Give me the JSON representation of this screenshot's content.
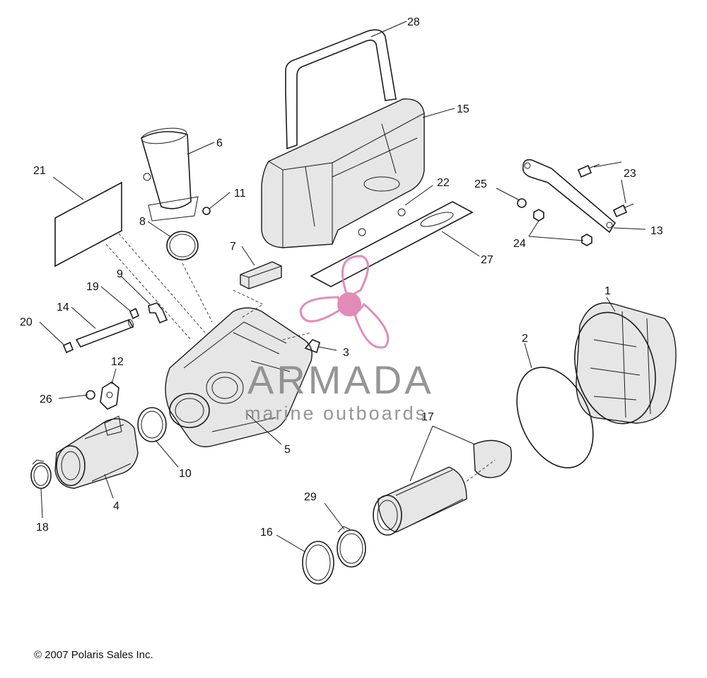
{
  "copyright": "© 2007 Polaris Sales Inc.",
  "watermark": {
    "brand": "ARMADA",
    "tagline": "marine outboards",
    "color": "#e07fb0",
    "text_color": "#8a8a8a"
  },
  "callouts": {
    "c1": "1",
    "c2": "2",
    "c3": "3",
    "c4": "4",
    "c5": "5",
    "c6": "6",
    "c7": "7",
    "c8": "8",
    "c9": "9",
    "c10": "10",
    "c11": "11",
    "c12": "12",
    "c13": "13",
    "c14": "14",
    "c15": "15",
    "c16": "16",
    "c17": "17",
    "c18": "18",
    "c19": "19",
    "c20": "20",
    "c21": "21",
    "c22": "22",
    "c23": "23",
    "c24": "24",
    "c25": "25",
    "c26": "26",
    "c27": "27",
    "c28": "28",
    "c29": "29"
  }
}
